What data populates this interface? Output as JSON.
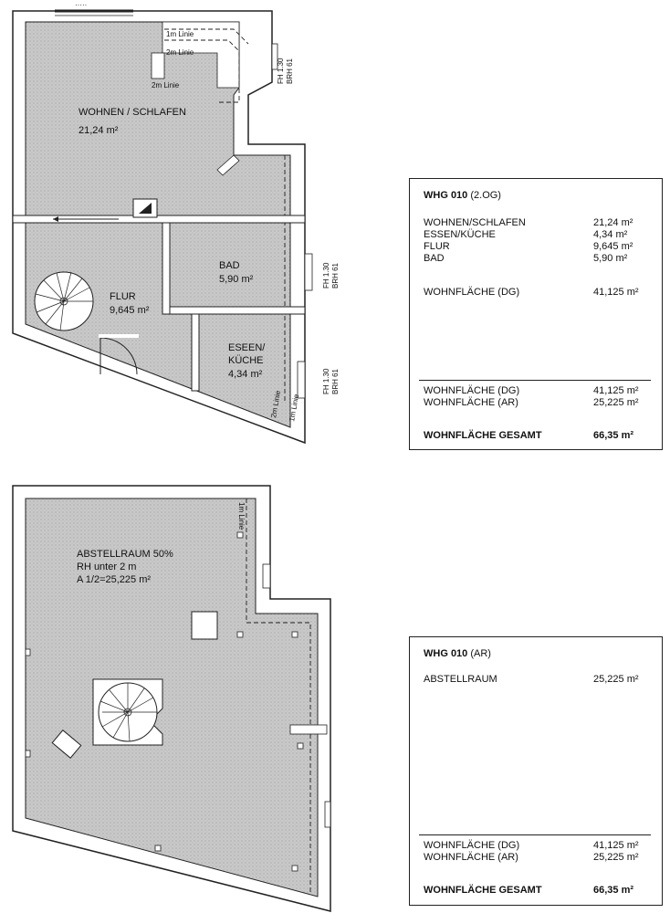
{
  "plan_dg": {
    "rooms": {
      "wohnen": {
        "name": "WOHNEN / SCHLAFEN",
        "area": "21,24 m²"
      },
      "bad": {
        "name": "BAD",
        "area": "5,90 m²"
      },
      "flur": {
        "name": "FLUR",
        "area": "9,645 m²"
      },
      "kueche": {
        "name1": "ESEEN/",
        "name2": "KÜCHE",
        "area": "4,34 m²"
      }
    },
    "lines": {
      "l1m": "1m Linie",
      "l2m": "2m Linie",
      "l2m_b": "2m Linie",
      "l2m_c": "2m Linie",
      "l1m_c": "1m Linie"
    },
    "windows": {
      "w1a": "FH 1.30",
      "w1b": "BRH 61",
      "w2a": "FH 1.30",
      "w2b": "BRH 61",
      "w3a": "FH 1.30",
      "w3b": "BRH 61"
    }
  },
  "plan_ar": {
    "room": {
      "line1": "ABSTELLRAUM 50%",
      "line2": "RH unter 2 m",
      "line3": "A 1/2=25,225 m²"
    },
    "line": "1m Linie"
  },
  "summary_dg": {
    "title_bold": "WHG 010",
    "title_rest": " (2.OG)",
    "rooms": [
      {
        "label": "WOHNEN/SCHLAFEN",
        "value": "21,24 m²"
      },
      {
        "label": "ESSEN/KÜCHE",
        "value": "4,34 m²"
      },
      {
        "label": "FLUR",
        "value": "9,645 m²"
      },
      {
        "label": "BAD",
        "value": "5,90 m²"
      }
    ],
    "subtotal": {
      "label": "WOHNFLÄCHE (DG)",
      "value": "41,125 m²"
    },
    "footer": [
      {
        "label": "WOHNFLÄCHE (DG)",
        "value": "41,125 m²"
      },
      {
        "label": "WOHNFLÄCHE (AR)",
        "value": "25,225 m²"
      }
    ],
    "total": {
      "label": "WOHNFLÄCHE GESAMT",
      "value": "66,35 m²"
    }
  },
  "summary_ar": {
    "title_bold": "WHG 010",
    "title_rest": " (AR)",
    "rooms": [
      {
        "label": "ABSTELLRAUM",
        "value": "25,225 m²"
      }
    ],
    "footer": [
      {
        "label": "WOHNFLÄCHE (DG)",
        "value": "41,125 m²"
      },
      {
        "label": "WOHNFLÄCHE (AR)",
        "value": "25,225 m²"
      }
    ],
    "total": {
      "label": "WOHNFLÄCHE GESAMT",
      "value": "66,35 m²"
    }
  }
}
